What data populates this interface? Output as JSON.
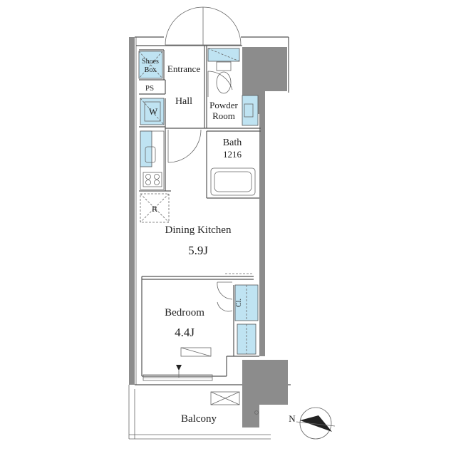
{
  "rooms": {
    "shoes_box": [
      "Shoes",
      "Box"
    ],
    "entrance": "Entrance",
    "ps": "PS",
    "hall": "Hall",
    "washer": "W",
    "powder_room": [
      "Powder",
      "Room"
    ],
    "bath": [
      "Bath",
      "1216"
    ],
    "refrigerator": "R",
    "dining_kitchen": "Dining Kitchen",
    "dining_kitchen_size": "5.9J",
    "bedroom": "Bedroom",
    "bedroom_size": "4.4J",
    "closet": "Cl.",
    "balcony": "Balcony",
    "north": "N"
  },
  "colors": {
    "wall": "#8c8c8c",
    "fixture_blue": "#bfe3f2",
    "line": "#555555"
  }
}
